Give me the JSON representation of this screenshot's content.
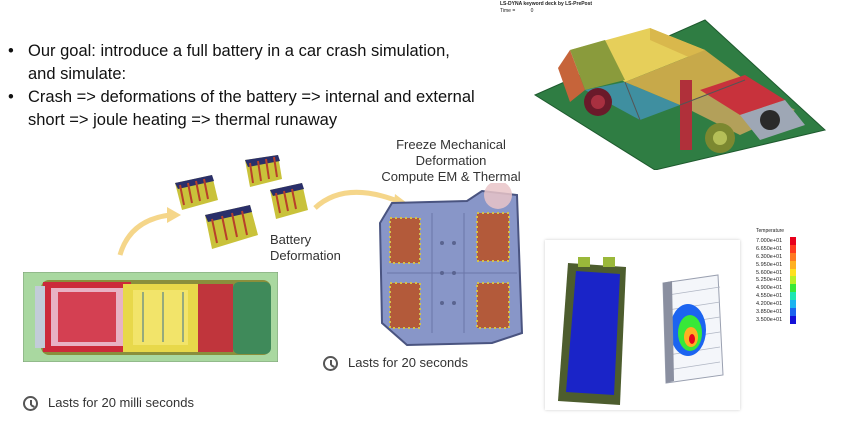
{
  "bullets": [
    "Our goal: introduce a full battery in a car crash simulation, and simulate:",
    "Crash => deformations of the battery => internal and external short => joule heating => thermal runaway"
  ],
  "lsdyna": {
    "title": "LS-DYNA keyword deck by LS-PrePost",
    "time_label": "Time =",
    "time_value": "0"
  },
  "labels": {
    "battery_deformation": [
      "Battery",
      "Deformation"
    ],
    "freeze": [
      "Freeze Mechanical",
      "Deformation",
      "Compute EM & Thermal"
    ],
    "lasts_long": "Lasts for 20 seconds",
    "lasts_short": "Lasts for 20 milli seconds"
  },
  "icons": {
    "bullet": "bullet-icon",
    "clock": "clock-icon"
  },
  "legend": {
    "title": "Temperature",
    "values": [
      "7.000e+01",
      "6.650e+01",
      "6.300e+01",
      "5.950e+01",
      "5.600e+01",
      "5.250e+01",
      "4.900e+01",
      "4.550e+01",
      "4.200e+01",
      "3.850e+01",
      "3.500e+01"
    ],
    "colors": [
      "#e8001c",
      "#ff3b1f",
      "#ff7a22",
      "#ffb022",
      "#ffe020",
      "#b8f028",
      "#38e838",
      "#1ee6b4",
      "#1cb4f0",
      "#1c64f0",
      "#1410d8"
    ]
  }
}
